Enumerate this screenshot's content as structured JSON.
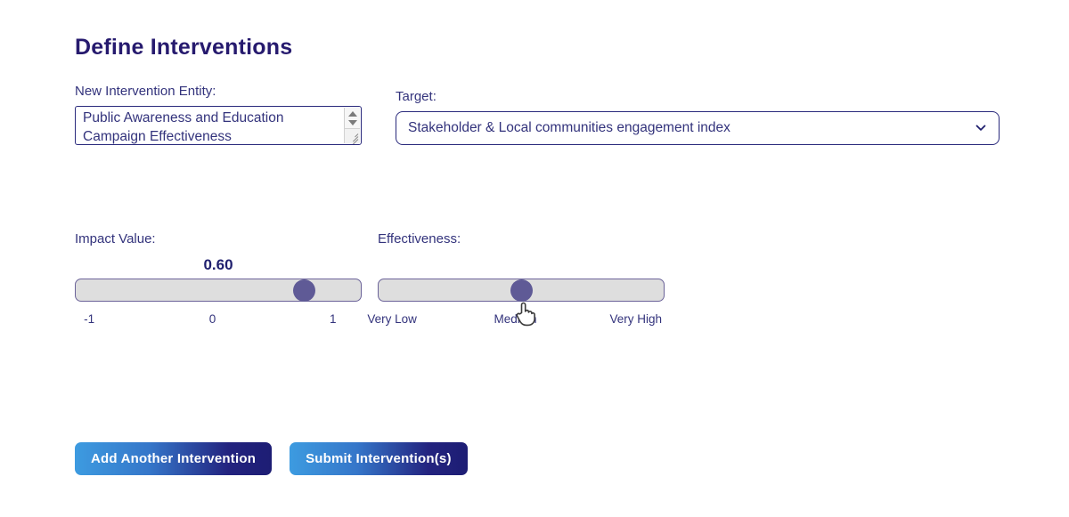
{
  "page": {
    "title": "Define Interventions"
  },
  "entity": {
    "label": "New Intervention Entity:",
    "value": "Public Awareness and Education\nCampaign Effectiveness",
    "placeholder": "",
    "spinner_up_icon": "triangle-up-icon",
    "spinner_down_icon": "triangle-down-icon",
    "resize_icon": "resize-grip-icon"
  },
  "target": {
    "label": "Target:",
    "selected": "Stakeholder & Local communities engagement index",
    "chevron_icon": "chevron-down-icon"
  },
  "impact": {
    "label": "Impact Value:",
    "value": "0.60",
    "thumb_percent": 80,
    "ticks": [
      "-1",
      "0",
      "1"
    ]
  },
  "effectiveness": {
    "label": "Effectiveness:",
    "value": "",
    "thumb_percent": 50,
    "ticks": [
      "Very Low",
      "Medium",
      "Very High"
    ]
  },
  "cursor": {
    "icon": "pointing-hand-cursor-icon"
  },
  "buttons": {
    "add_label": "Add Another Intervention",
    "submit_label": "Submit Intervention(s)"
  },
  "colors": {
    "title": "#261a6e",
    "text": "#33337c",
    "slider_track": "#dedede",
    "slider_border": "#6b6399",
    "slider_thumb": "#5f5a96",
    "button_gradient_start": "#3d9be0",
    "button_gradient_end": "#1d1d74"
  }
}
